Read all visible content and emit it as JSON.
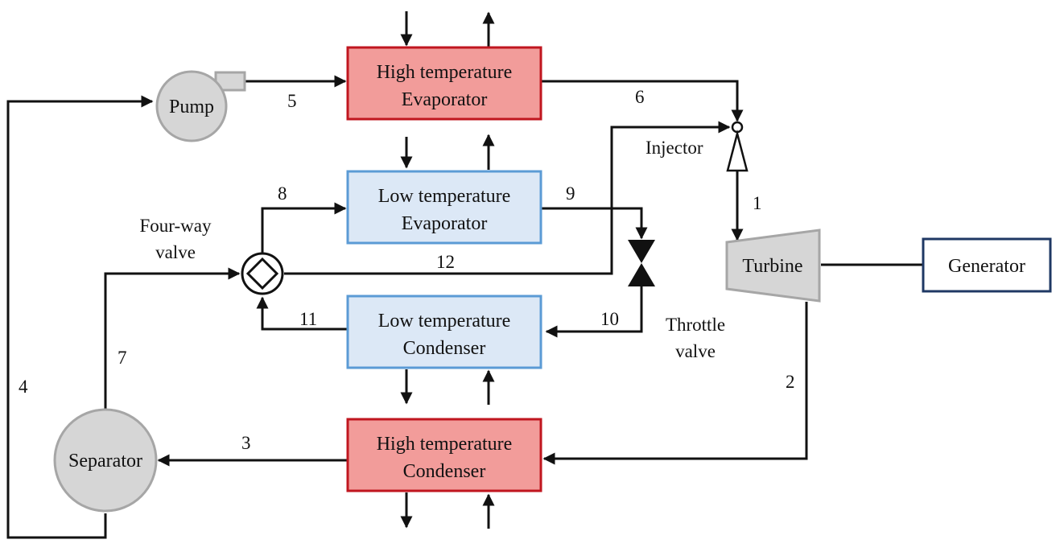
{
  "colors": {
    "high_temp_fill": "#f29c9a",
    "high_temp_stroke": "#c0161f",
    "low_temp_fill": "#dce8f6",
    "low_temp_stroke": "#5b9bd5",
    "equipment_fill": "#d6d6d6",
    "equipment_stroke": "#a6a6a6",
    "generator_stroke": "#1f3864",
    "line": "#111111"
  },
  "components": {
    "high_temp_evaporator": [
      "High temperature",
      "Evaporator"
    ],
    "low_temp_evaporator": [
      "Low temperature",
      "Evaporator"
    ],
    "low_temp_condenser": [
      "Low temperature",
      "Condenser"
    ],
    "high_temp_condenser": [
      "High temperature",
      "Condenser"
    ],
    "pump": "Pump",
    "turbine": "Turbine",
    "generator": "Generator",
    "separator": "Separator"
  },
  "labels": {
    "injector": "Injector",
    "four_way_valve": [
      "Four-way",
      "valve"
    ],
    "throttle_valve": [
      "Throttle",
      "valve"
    ]
  },
  "streams": {
    "s1": "1",
    "s2": "2",
    "s3": "3",
    "s4": "4",
    "s5": "5",
    "s6": "6",
    "s7": "7",
    "s8": "8",
    "s9": "9",
    "s10": "10",
    "s11": "11",
    "s12": "12"
  }
}
